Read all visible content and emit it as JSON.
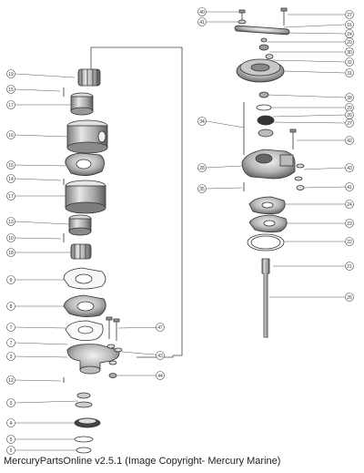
{
  "caption": "MercuryPartsOnline v2.5.1 (Image Copyright- Mercury Marine)",
  "diagram": {
    "type": "exploded-parts-diagram",
    "left_assembly": {
      "callouts": [
        "19",
        "15",
        "17",
        "16",
        "15",
        "14",
        "17",
        "13",
        "10",
        "18",
        "9",
        "8",
        "7",
        "7",
        "3",
        "12",
        "3",
        "4",
        "5",
        "5",
        "47",
        "43",
        "44"
      ]
    },
    "right_assembly": {
      "callouts": [
        "40",
        "41",
        "27",
        "16",
        "24",
        "20",
        "30",
        "32",
        "31",
        "38",
        "29",
        "26",
        "27",
        "34",
        "42",
        "28",
        "43",
        "35",
        "41",
        "24",
        "23",
        "22",
        "21",
        "26"
      ]
    }
  }
}
